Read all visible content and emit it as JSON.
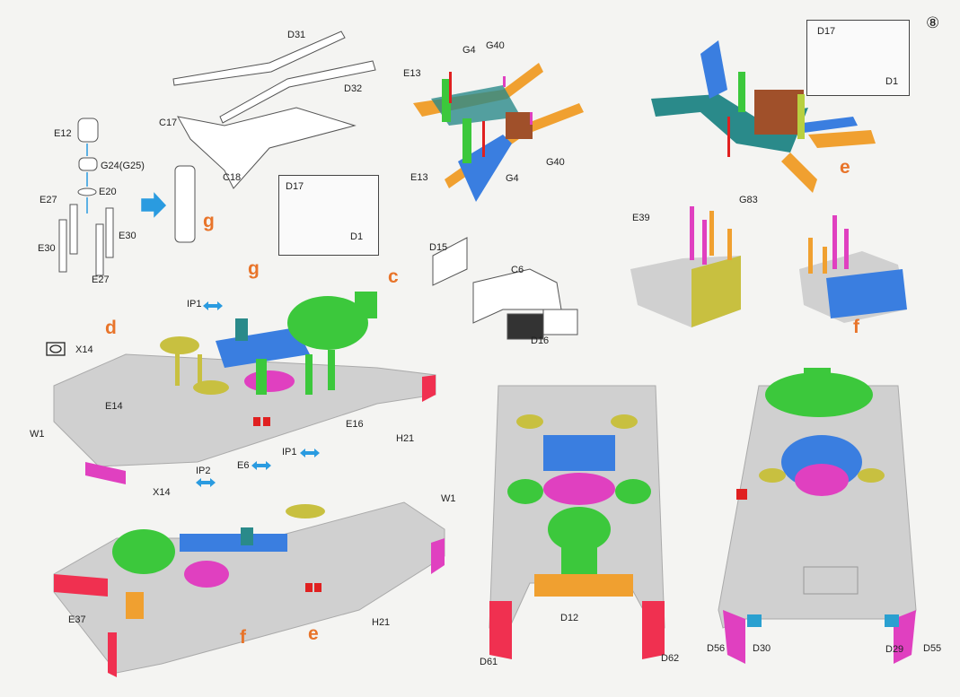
{
  "step_number": "⑧",
  "sub_assembly_g": {
    "parts": [
      "E12",
      "G24(G25)",
      "E20",
      "E27",
      "E30",
      "E30",
      "E27"
    ],
    "result_label": "g"
  },
  "bridge_frame": {
    "parts": [
      "D31",
      "D32",
      "C17",
      "C18"
    ],
    "inset": [
      "D17",
      "D1"
    ]
  },
  "colored_frame": {
    "parts": [
      "G4",
      "G40",
      "E13",
      "E13",
      "G4",
      "G40"
    ]
  },
  "sub_assembly_e": {
    "inset": [
      "D17",
      "D1"
    ],
    "result_label": "e"
  },
  "sub_assembly_f": {
    "parts": [
      "E39",
      "G83"
    ],
    "result_label": "f"
  },
  "sub_assembly_c6": {
    "parts": [
      "D15",
      "C6",
      "D16"
    ]
  },
  "main_assembly": {
    "callouts": [
      "c",
      "g",
      "d"
    ],
    "parts": [
      "IP1",
      "X14",
      "E14",
      "W1",
      "X14",
      "E16",
      "H21",
      "IP1",
      "E6",
      "IP2"
    ]
  },
  "lower_assembly": {
    "parts": [
      "W1",
      "E37",
      "H21"
    ],
    "callouts": [
      "f",
      "e"
    ]
  },
  "front_view": {
    "parts": [
      "D12",
      "D61",
      "D62"
    ]
  },
  "rear_view": {
    "parts": [
      "D56",
      "D30",
      "D29",
      "D55"
    ]
  },
  "colors": {
    "callout": "#e8742a",
    "arrow": "#2a9be0",
    "deck": "#cfcfcf",
    "green": "#3cc83c",
    "blue": "#3a7ee0",
    "magenta": "#e040c0",
    "yellow": "#c8c040",
    "orange": "#f0a030",
    "teal": "#2a8a8a",
    "red": "#f03050"
  }
}
